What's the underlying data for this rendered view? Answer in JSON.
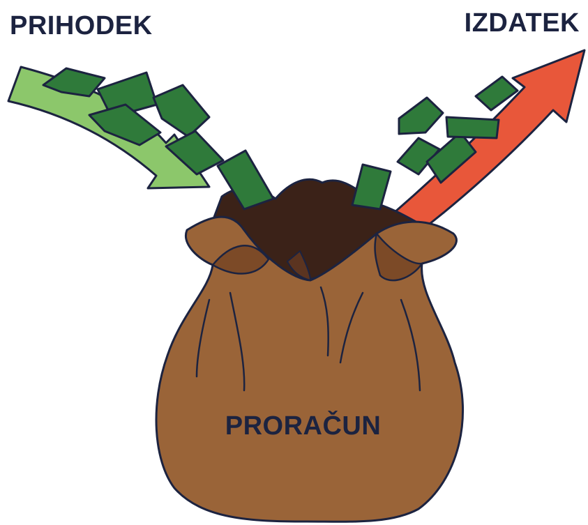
{
  "labels": {
    "income": "PRIHODEK",
    "expense": "IZDATEK",
    "budget": "PRORAČUN"
  },
  "colors": {
    "income_arrow": "#8cc76b",
    "expense_arrow": "#e8573a",
    "banknote": "#2f7a3a",
    "bag": "#9a6438",
    "bag_inside": "#3b2218",
    "outline": "#1c2340"
  }
}
